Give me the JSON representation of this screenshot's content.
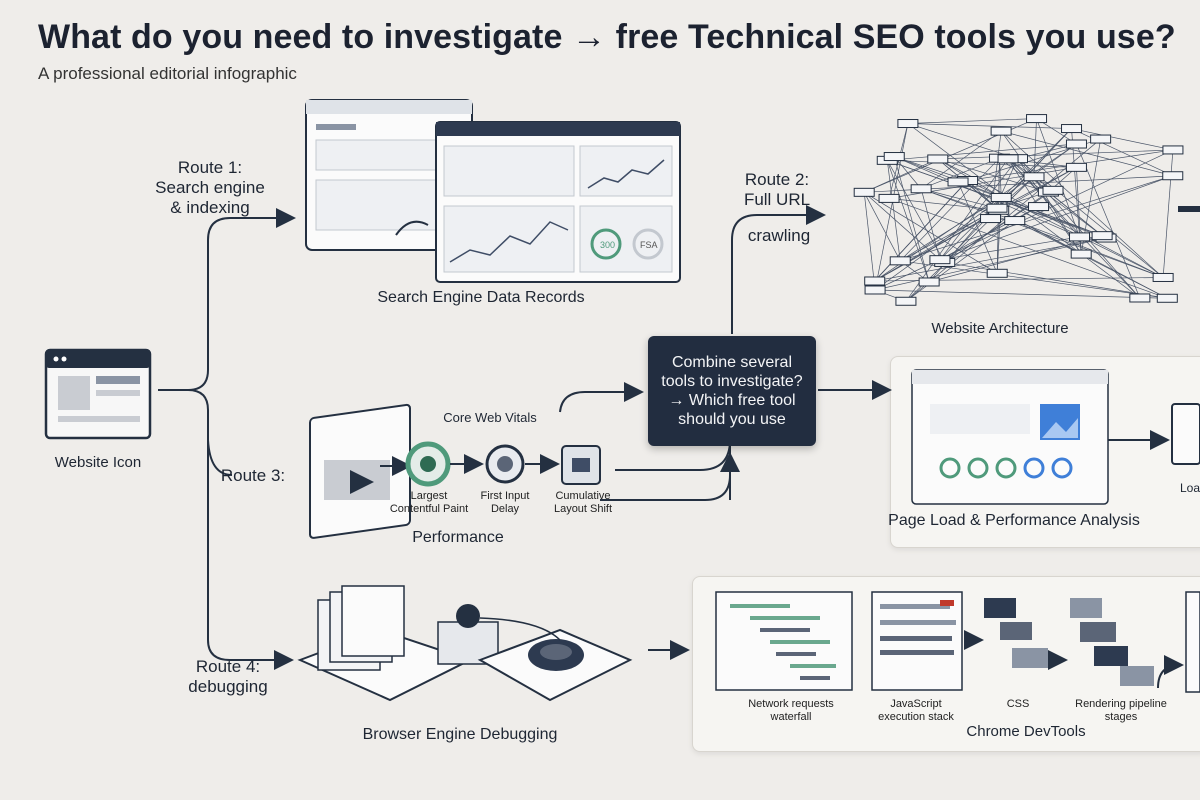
{
  "header": {
    "title": "What do you need to investigate → free Technical SEO tools you use?",
    "subtitle": "A professional editorial infographic"
  },
  "nodes": {
    "website": "Website Icon",
    "route1": "Route 1:\nSearch engine\n& indexing",
    "route2_a": "Route 2:\nFull URL",
    "route2_b": "crawling",
    "route3": "Route 3:",
    "route4": "Route 4:\ndebugging",
    "search_engine": "Search Engine Data Records",
    "website_arch": "Website Architecture",
    "core_web_vitals": "Core Web Vitals",
    "lcp": "Largest\nContentful Paint",
    "fid": "First Input\nDelay",
    "cls": "Cumulative\nLayout Shift",
    "performance": "Performance",
    "central": "Combine several\ntools to investigate?\n→ Which free tool\nshould you use",
    "page_load": "Page Load & Performance Analysis",
    "page_load_edge": "Loa",
    "browser_debug": "Browser Engine Debugging",
    "network": "Network requests\nwaterfall",
    "js_stack": "JavaScript\nexecution stack",
    "css": "CSS",
    "rendering": "Rendering pipeline\nstages",
    "devtools": "Chrome DevTools",
    "dash_metric_a": "300",
    "dash_metric_b": "FSA"
  },
  "colors": {
    "dark": "#222d40",
    "accent_green": "#4f9a7b",
    "accent_blue": "#3f7fd8",
    "line": "#243041"
  }
}
